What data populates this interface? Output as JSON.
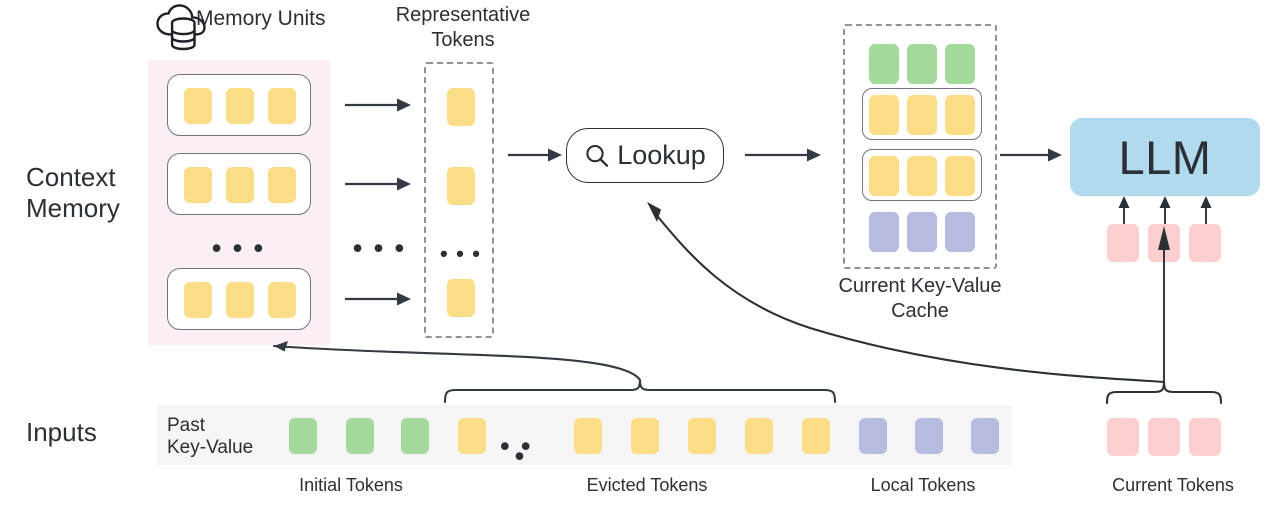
{
  "diagram": {
    "title_icon": "cloud-database-icon",
    "row_labels": {
      "context_memory": "Context\nMemory",
      "inputs": "Inputs"
    },
    "headers": {
      "memory_units": "Memory Units",
      "representative_tokens": "Representative\nTokens"
    },
    "lookup": {
      "label": "Lookup",
      "icon": "search-icon"
    },
    "kv_cache": {
      "caption": "Current Key-Value\nCache",
      "rows": [
        {
          "group": false,
          "color": "green",
          "count": 3
        },
        {
          "group": true,
          "color": "yellow",
          "count": 3
        },
        {
          "group": true,
          "color": "yellow",
          "count": 3
        },
        {
          "group": false,
          "color": "purple",
          "count": 3
        }
      ]
    },
    "llm": {
      "label": "LLM",
      "input_token_count": 3,
      "input_token_color": "pink"
    },
    "context_memory": {
      "units": [
        {
          "tokens": 3,
          "color": "yellow"
        },
        {
          "tokens": 3,
          "color": "yellow"
        },
        {
          "tokens": 3,
          "color": "yellow"
        }
      ],
      "ellipsis": "• • •",
      "representative_tokens": [
        {
          "color": "yellow"
        },
        {
          "color": "yellow"
        },
        {
          "color": "yellow"
        }
      ]
    },
    "arrows_ellipsis": "• • •",
    "inputs": {
      "past_key_value_label": "Past\nKey-Value",
      "tokens": [
        {
          "color": "green"
        },
        {
          "color": "green"
        },
        {
          "color": "green"
        },
        {
          "color": "yellow"
        },
        {
          "color": "ellipsis"
        },
        {
          "color": "yellow"
        },
        {
          "color": "yellow"
        },
        {
          "color": "yellow"
        },
        {
          "color": "yellow"
        },
        {
          "color": "yellow"
        },
        {
          "color": "purple"
        },
        {
          "color": "purple"
        },
        {
          "color": "purple"
        }
      ],
      "current_tokens": [
        {
          "color": "pink"
        },
        {
          "color": "pink"
        },
        {
          "color": "pink"
        }
      ]
    },
    "bottom_captions": {
      "initial": "Initial Tokens",
      "evicted": "Evicted Tokens",
      "local": "Local Tokens",
      "current": "Current Tokens"
    },
    "colors": {
      "yellow": "#fbdd87",
      "green": "#a3d99b",
      "purple": "#b8bbe0",
      "pink": "#fbcfcf",
      "llm_blue": "#b2daee",
      "context_panel": "#fbeef5",
      "inputs_bar": "#f4f5f4",
      "stroke": "#2b2f36"
    }
  }
}
